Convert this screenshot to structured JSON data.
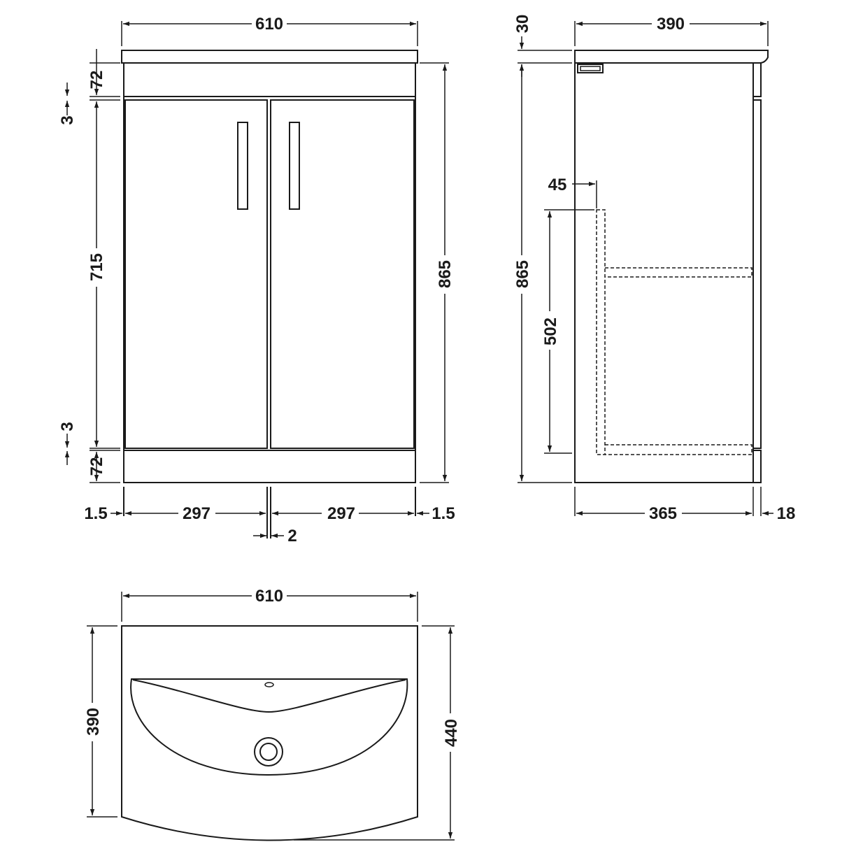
{
  "front_view": {
    "overall_width": "610",
    "plinth_top": "72",
    "gap_top": "3",
    "door_height": "715",
    "overall_height": "865",
    "gap_bottom": "3",
    "plinth_bottom": "72",
    "side_left": "1.5",
    "door_left_width": "297",
    "door_right_width": "297",
    "side_right": "1.5",
    "door_gap": "2"
  },
  "side_view": {
    "top_thickness": "30",
    "overall_depth": "390",
    "inset": "45",
    "overall_height": "865",
    "shelf_height": "502",
    "carcass_depth": "365",
    "door_thickness": "18"
  },
  "basin_plan": {
    "overall_width": "610",
    "depth_edge": "390",
    "depth_center": "440"
  }
}
